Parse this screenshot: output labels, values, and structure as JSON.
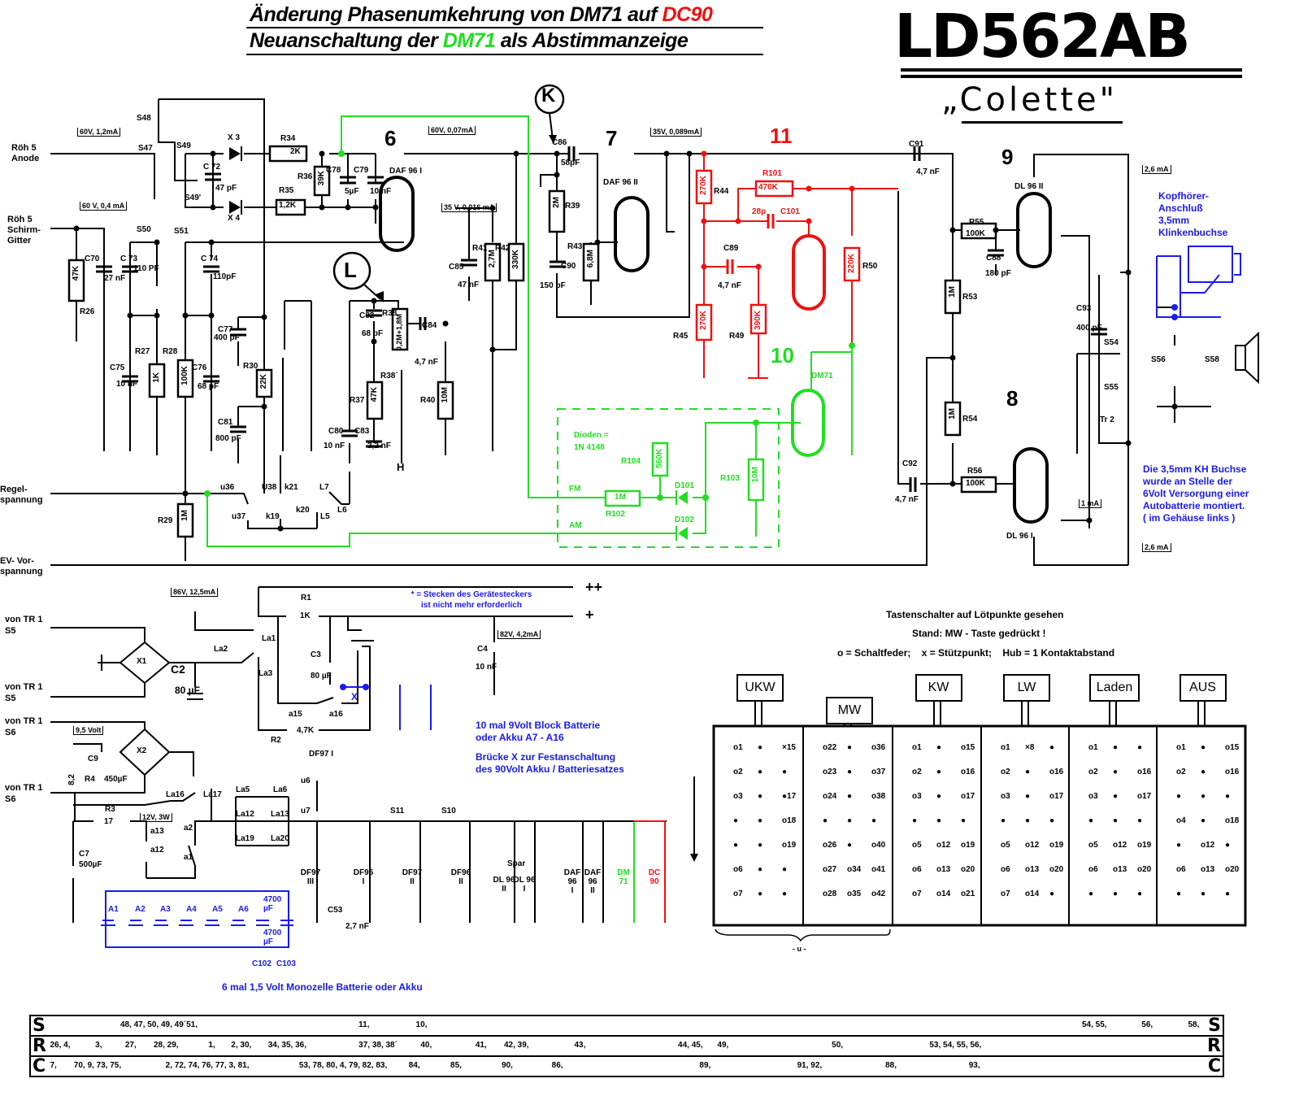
{
  "headings": {
    "line1_prefix": "Änderung Phasenumkehrung von DM71 auf ",
    "line1_highlight": "DC90",
    "line2_prefix": "Neuanschaltung der ",
    "line2_highlight": "DM71",
    "line2_suffix": " als Abstimmanzeige"
  },
  "model": {
    "number": "LD562AB",
    "name": "„Colette\""
  },
  "colors": {
    "dc90_red": "#ee1111",
    "dm71_green": "#22dd22",
    "battery_blue": "#1a1aee"
  },
  "left_terminals": {
    "roeh5_anode": [
      "Röh 5",
      "Anode"
    ],
    "roeh5_schirm": [
      "Röh 5",
      "Schirm-",
      "Gitter"
    ],
    "regelspannung": [
      "Regel-",
      "spannung"
    ],
    "ev_vorspannung": [
      "EV- Vor-",
      "spannung"
    ],
    "von_tr1_s5_a": [
      "von TR 1",
      "S5"
    ],
    "von_tr1_s5_b": [
      "von TR 1",
      "S5"
    ],
    "von_tr1_s6_a": [
      "von TR 1",
      "S6"
    ],
    "von_tr1_s6_b": [
      "von TR 1",
      "S6"
    ]
  },
  "measurements": {
    "m1": "60V, 1,2mA",
    "m2": "60 V, 0,4 mA",
    "m3": "60V, 0,07mA",
    "m4": "35 V, 0,016 mA",
    "m5": "35V, 0,089mA",
    "m6": "2,6 mA",
    "m7": "2,6 mA",
    "m8": "1 mA",
    "m9": "86V, 12,5mA",
    "m10": "82V, 4,2mA",
    "m11": "9,5 Volt",
    "m12": "12V, 3W"
  },
  "stage_numbers": {
    "s6": "6",
    "s7": "7",
    "s8": "8",
    "s9": "9",
    "s10": "10",
    "s11": "11"
  },
  "tubes": {
    "daf96_1": "DAF 96  I",
    "daf96_2": "DAF 96  II",
    "dl96_2": "DL 96  II",
    "dl96_1": "DL 96  I",
    "dc90": "DC90",
    "dm71": "DM71"
  },
  "markers": {
    "k": "K",
    "l": "L"
  },
  "components": {
    "S48": "S48",
    "S47": "S47",
    "S49": "S49",
    "S49p": "S49'",
    "S50": "S50",
    "S51": "S51",
    "X3": "X 3",
    "X4": "X 4",
    "R34": "R34",
    "R34v": "2K",
    "R35": "R35",
    "R35v": "1,2K",
    "R36": "R36",
    "R36v": "39K",
    "C72": "C 72",
    "C72v": "47 pF",
    "C78": "C78",
    "C78v": "5µF",
    "C79": "C79",
    "C79v": "10 nF",
    "C70": "C70",
    "C70v": "27 nF",
    "C73": "C 73",
    "C73v": "110 PF",
    "C74": "C 74",
    "C74v": "110pF",
    "R26": "R26",
    "R26v": "47K",
    "C77": "C77",
    "C77v": "400 pF",
    "C75": "C75",
    "C75v": "10 nF",
    "R27": "R27",
    "R27v": "1K",
    "R28": "R28",
    "R28v": "100K",
    "C76": "C76",
    "C76v": "68 pF",
    "R30": "R30",
    "R30v": "22K",
    "C81": "C81",
    "C81v": "800 pF",
    "R29": "R29",
    "R29v": "1M",
    "C82": "C82",
    "C82v": "68 pF",
    "R38": "R38",
    "R38v": "0,2M+1,8M",
    "R38p": "R38´",
    "C84": "C84",
    "C84v": "4,7 nF",
    "R37": "R37",
    "R37v": "47K",
    "R40": "R40",
    "R40v": "10M",
    "C80": "C80",
    "C80v": "10 nF",
    "C83": "C83",
    "C83v": "2,2 nF",
    "C85": "C85",
    "C85v": "47 nF",
    "R41": "R41",
    "R41v": "2,7M",
    "R42": "R42",
    "R42v": "330K",
    "C86": "C86",
    "C86v": "58pF",
    "R39": "R39",
    "R39v": "2M",
    "R43": "R43",
    "R43v": "6,8M",
    "C90": "C90",
    "C90v": "150 pF",
    "R44": "R44",
    "R44v": "270K",
    "R45": "R45",
    "R45v": "270K",
    "R101": "R101",
    "R101v": "470K",
    "C101": "C101",
    "C101v": "28p",
    "C89": "C89",
    "C89v": "4,7 nF",
    "R49": "R49",
    "R49v": "390K",
    "R50": "R50",
    "R50v": "220K",
    "C91": "C91",
    "C91v": "4,7 nF",
    "C92": "C92",
    "C92v": "4,7  nF",
    "R55": "R55",
    "R55v": "100K",
    "R56": "R56",
    "R56v": "100K",
    "C88": "C88",
    "C88v": "180 pF",
    "R53": "R53",
    "R53v": "1M",
    "R54": "R54",
    "R54v": "1M",
    "C93": "C93",
    "C93v": "400 pF",
    "S54": "S54",
    "S55": "S55",
    "S56": "S56",
    "S58": "S58",
    "Tr2": "Tr 2",
    "R102": "R102",
    "R102v": "1M",
    "R103": "R103",
    "R103v": "10M",
    "R104": "R104",
    "R104v": "560K",
    "D101": "D101",
    "D102": "D102",
    "FM": "FM",
    "AM": "AM",
    "dioden": "Dioden =",
    "dioden_type": "1N 4148",
    "u36": "u36",
    "u37": "u37",
    "U38": "U38",
    "k21": "k21",
    "k19": "k19",
    "k20": "k20",
    "L7": "L7",
    "L5": "L5",
    "L6": "L6",
    "H": "H",
    "R1": "R1",
    "R1v": "1K",
    "R2": "R2",
    "R2v": "4,7K",
    "C2": "C2",
    "C2v": "80 µF",
    "C3": "C3",
    "C3v": "80 µF",
    "C4": "C4",
    "C4v": "10 nF",
    "X1": "X1",
    "X2": "X2",
    "La1": "La1",
    "La2": "La2",
    "La3": "La3",
    "a15": "a15",
    "a16": "a16",
    "X": "X",
    "R4": "R4",
    "R4v": "8,2",
    "C9": "C9",
    "C9v": "450µF",
    "R3": "R3",
    "R3v": "17",
    "C7": "C7",
    "C7v": "500µF",
    "La16": "La16",
    "La17": "La17",
    "a13": "a13",
    "a12": "a12",
    "a2": "a2",
    "a1": "a1",
    "La5": "La5",
    "La6": "La6",
    "La12": "La12",
    "La13": "La13",
    "La19": "La19",
    "La20": "La20",
    "DF97I": "DF97 I",
    "u6": "u6",
    "u7": "u7",
    "S11": "S11",
    "S10": "S10",
    "C53": "C53",
    "C53v": "2,7 nF",
    "Spar": "Spar",
    "A1": "A1",
    "A2": "A2",
    "A3": "A3",
    "A4": "A4",
    "A5": "A5",
    "A6": "A6",
    "C102v": "4700 µF",
    "C103v": "4700 µF",
    "C102": "C102",
    "C103": "C103",
    "plusplus": "++",
    "plus": "+"
  },
  "filament_tubes": [
    {
      "name": "DF97",
      "sub": "III",
      "color": "black"
    },
    {
      "name": "DF96",
      "sub": "I",
      "color": "black"
    },
    {
      "name": "DF97",
      "sub": "II",
      "color": "black"
    },
    {
      "name": "DF96",
      "sub": "II",
      "color": "black"
    },
    {
      "name": "DL 96",
      "sub": "II",
      "color": "black"
    },
    {
      "name": "DL 96",
      "sub": "I",
      "color": "black"
    },
    {
      "name": "DAF 96",
      "sub": "I",
      "color": "black"
    },
    {
      "name": "DAF 96",
      "sub": "II",
      "color": "black"
    },
    {
      "name": "DM",
      "sub": "71",
      "color": "green"
    },
    {
      "name": "DC",
      "sub": "90",
      "color": "red"
    }
  ],
  "notes": {
    "headphone": [
      "Kopfhörer-",
      "Anschluß",
      "3,5mm",
      "Klinkenbuchse"
    ],
    "kh_socket": [
      "Die 3,5mm KH Buchse",
      "wurde an Stelle der",
      "6Volt Versorgung einer",
      "Autobatterie montiert.",
      "( im Gehäuse links )"
    ],
    "plug": [
      "* = Stecken des Gerätesteckers",
      "ist nicht mehr erforderlich"
    ],
    "battery_block": [
      "10 mal 9Volt Block Batterie",
      "oder Akku A7  -  A16"
    ],
    "bridge": [
      "Brücke X zur Festanschaltung",
      "des 90Volt Akku / Batteriesatzes"
    ],
    "mono": "6 mal 1,5 Volt Monozelle Batterie oder Akku"
  },
  "switch_panel": {
    "title": "Tastenschalter auf Lötpunkte gesehen",
    "state": "Stand: MW - Taste gedrückt !",
    "legend": "o = Schaltfeder;    x = Stützpunkt;    Hub = 1 Kontaktabstand",
    "brace_label": "- u -",
    "keys": [
      {
        "label": "UKW",
        "pressed": false,
        "cells": [
          "o1",
          "●",
          "×15",
          "o2",
          "●",
          "●",
          "o3",
          "●",
          "●17",
          "●",
          "●",
          "o18",
          "●",
          "●",
          "o19",
          "o6",
          "●",
          "●",
          "o7",
          "●",
          "●"
        ]
      },
      {
        "label": "MW",
        "pressed": true,
        "cells": [
          "o22",
          "●",
          "o36",
          "o23",
          "●",
          "o37",
          "o24",
          "●",
          "o38",
          "●",
          "●",
          "●",
          "o26",
          "●",
          "o40",
          "o27",
          "o34",
          "o41",
          "o28",
          "o35",
          "o42"
        ]
      },
      {
        "label": "KW",
        "pressed": false,
        "cells": [
          "o1",
          "●",
          "o15",
          "o2",
          "●",
          "o16",
          "o3",
          "●",
          "o17",
          "●",
          "●",
          "●",
          "o5",
          "o12",
          "o19",
          "o6",
          "o13",
          "o20",
          "o7",
          "o14",
          "o21"
        ]
      },
      {
        "label": "LW",
        "pressed": false,
        "cells": [
          "o1",
          "×8",
          "●",
          "o2",
          "●",
          "o16",
          "o3",
          "●",
          "o17",
          "●",
          "●",
          "●",
          "o5",
          "o12",
          "o19",
          "o6",
          "o13",
          "o20",
          "o7",
          "o14",
          "●"
        ]
      },
      {
        "label": "Laden",
        "pressed": false,
        "cells": [
          "o1",
          "●",
          "●",
          "o2",
          "●",
          "o16",
          "o3",
          "●",
          "o17",
          "●",
          "●",
          "●",
          "o5",
          "o12",
          "o19",
          "o6",
          "o13",
          "o20",
          "●",
          "●",
          "●"
        ]
      },
      {
        "label": "AUS",
        "pressed": false,
        "cells": [
          "o1",
          "●",
          "o15",
          "o2",
          "●",
          "o16",
          "●",
          "●",
          "●",
          "o4",
          "●",
          "o18",
          "●",
          "o12",
          "●",
          "o6",
          "o13",
          "o20",
          "●",
          "●",
          "●"
        ]
      }
    ]
  },
  "legend_table": {
    "rows": [
      {
        "letter": "S",
        "items": [
          {
            "text": "48, 47, 50, 49, 49´51,",
            "at": 0.075
          },
          {
            "text": "11,",
            "at": 0.275
          },
          {
            "text": "10,",
            "at": 0.323
          },
          {
            "text": "54, 55,",
            "at": 0.882
          },
          {
            "text": "56,",
            "at": 0.932
          },
          {
            "text": "58,",
            "at": 0.971
          }
        ]
      },
      {
        "letter": "R",
        "items": [
          {
            "text": "26, 4,",
            "at": 0.016
          },
          {
            "text": "3,",
            "at": 0.054
          },
          {
            "text": "27,",
            "at": 0.079
          },
          {
            "text": "28, 29,",
            "at": 0.103
          },
          {
            "text": "1,",
            "at": 0.149
          },
          {
            "text": "2, 30,",
            "at": 0.168
          },
          {
            "text": "34, 35, 36,",
            "at": 0.199
          },
          {
            "text": "37, 38, 38´",
            "at": 0.275
          },
          {
            "text": "40,",
            "at": 0.327
          },
          {
            "text": "41,",
            "at": 0.373
          },
          {
            "text": "42, 39,",
            "at": 0.397
          },
          {
            "text": "43,",
            "at": 0.456
          },
          {
            "text": "44, 45,",
            "at": 0.543
          },
          {
            "text": "49,",
            "at": 0.576
          },
          {
            "text": "50,",
            "at": 0.672
          },
          {
            "text": "53, 54, 55, 56,",
            "at": 0.754
          }
        ]
      },
      {
        "letter": "C",
        "items": [
          {
            "text": "7,",
            "at": 0.016
          },
          {
            "text": "70, 9, 73, 75,",
            "at": 0.036
          },
          {
            "text": "2, 72, 74, 76, 77, 3, 81,",
            "at": 0.113
          },
          {
            "text": "53, 78, 80, 4, 79, 82, 83,",
            "at": 0.225
          },
          {
            "text": "84,",
            "at": 0.317
          },
          {
            "text": "85,",
            "at": 0.352
          },
          {
            "text": "90,",
            "at": 0.395
          },
          {
            "text": "86,",
            "at": 0.437
          },
          {
            "text": "89,",
            "at": 0.561
          },
          {
            "text": "91, 92,",
            "at": 0.643
          },
          {
            "text": "88,",
            "at": 0.717
          },
          {
            "text": "93,",
            "at": 0.787
          }
        ]
      }
    ]
  }
}
